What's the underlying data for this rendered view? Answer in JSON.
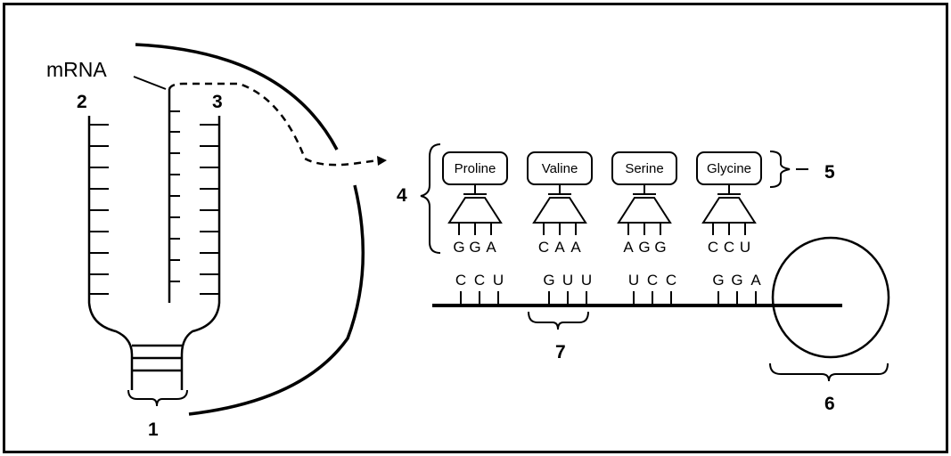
{
  "labels": {
    "mrna": "mRNA",
    "n1": "1",
    "n2": "2",
    "n3": "3",
    "n4": "4",
    "n5": "5",
    "n6": "6",
    "n7": "7"
  },
  "trnas": [
    {
      "amino_acid": "Proline",
      "anticodon": [
        "G",
        "G",
        "A"
      ]
    },
    {
      "amino_acid": "Valine",
      "anticodon": [
        "C",
        "A",
        "A"
      ]
    },
    {
      "amino_acid": "Serine",
      "anticodon": [
        "A",
        "G",
        "G"
      ]
    },
    {
      "amino_acid": "Glycine",
      "anticodon": [
        "C",
        "C",
        "U"
      ]
    }
  ],
  "codons": [
    [
      "C",
      "C",
      "U"
    ],
    [
      "G",
      "U",
      "U"
    ],
    [
      "U",
      "C",
      "C"
    ],
    [
      "G",
      "G",
      "A"
    ]
  ]
}
